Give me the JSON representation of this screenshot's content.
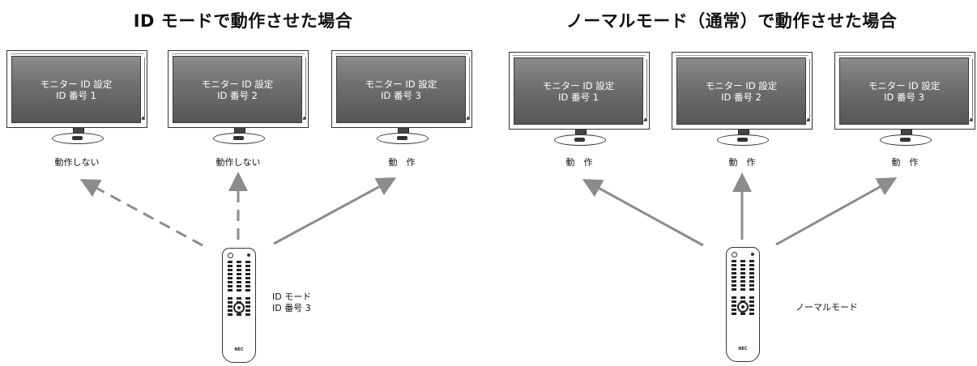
{
  "left_panel": {
    "title": "ID モードで動作させた場合",
    "monitors": [
      {
        "line1": "モニター ID 設定",
        "line2": "ID 番号 1",
        "status": "動作しない",
        "arrow_style": "dashed"
      },
      {
        "line1": "モニター ID 設定",
        "line2": "ID 番号 2",
        "status": "動作しない",
        "arrow_style": "dashed"
      },
      {
        "line1": "モニター ID 設定",
        "line2": "ID 番号 3",
        "status": "動　作",
        "arrow_style": "solid"
      }
    ],
    "remote_label": {
      "line1": "ID モード",
      "line2": "ID 番号 3"
    }
  },
  "right_panel": {
    "title": "ノーマルモード（通常）で動作させた場合",
    "monitors": [
      {
        "line1": "モニター ID 設定",
        "line2": "ID 番号 1",
        "status": "動　作",
        "arrow_style": "solid"
      },
      {
        "line1": "モニター ID 設定",
        "line2": "ID 番号 2",
        "status": "動　作",
        "arrow_style": "solid"
      },
      {
        "line1": "モニター ID 設定",
        "line2": "ID 番号 3",
        "status": "動　作",
        "arrow_style": "solid"
      }
    ],
    "remote_label": {
      "line1": "ノーマルモード"
    }
  },
  "remote": {
    "brand": "NEC"
  },
  "colors": {
    "arrow": "#8c8c8c",
    "screen": "#6e6e6e",
    "outline": "#333333"
  }
}
